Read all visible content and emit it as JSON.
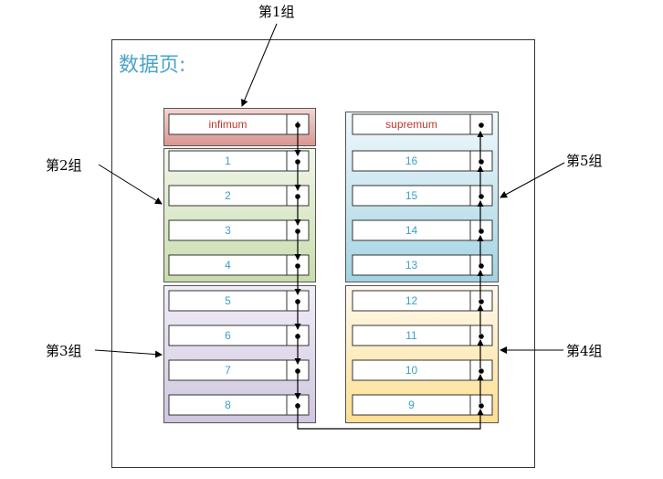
{
  "page_title": "数据页:",
  "left_column": {
    "header": "infimum",
    "records": [
      "1",
      "2",
      "3",
      "4",
      "5",
      "6",
      "7",
      "8"
    ]
  },
  "right_column": {
    "header": "supremum",
    "records": [
      "16",
      "15",
      "14",
      "13",
      "12",
      "11",
      "10",
      "9"
    ]
  },
  "group_labels": {
    "g1": "第1组",
    "g2": "第2组",
    "g3": "第3组",
    "g4": "第4组",
    "g5": "第5组"
  },
  "colors": {
    "title": "#4aa3c8",
    "record_text": "#3aa0c8",
    "header_text": "#c0392b",
    "group1_top": "#e7b8b5",
    "group2_top": "#eef4e6",
    "group2_bottom": "#cfe0b4",
    "group3_top": "#eeeaf3",
    "group3_bottom": "#d4cce2",
    "group4_top": "#fff8e6",
    "group4_bottom": "#fde29a",
    "group5_top": "#eef8fb",
    "group5_bottom": "#a8d7e5"
  }
}
